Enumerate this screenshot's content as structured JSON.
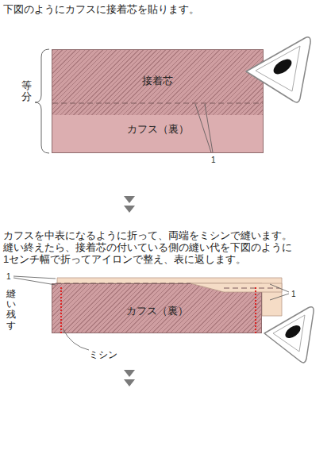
{
  "diagram": {
    "nodes": [
      {
        "text": [
          "カフス（裏）"
        ]
      },
      {
        "text": [
          "接着芯"
        ],
        "in": 0
      },
      {
        "text": [
          "カフス（裏）"
        ]
      }
    ],
    "labels": [
      "下図のようにカフスに接着芯を貼ります。",
      "等分",
      "1",
      "カフスを中表になるように折って、両端をミシンで縫います。 縫い終えたら、接着芯の付いている側の縫い代を下図のように 1センチ幅で折ってアイロンで整え、表に返します。",
      "1",
      "縫い残す",
      "ミシン",
      "1"
    ]
  }
}
